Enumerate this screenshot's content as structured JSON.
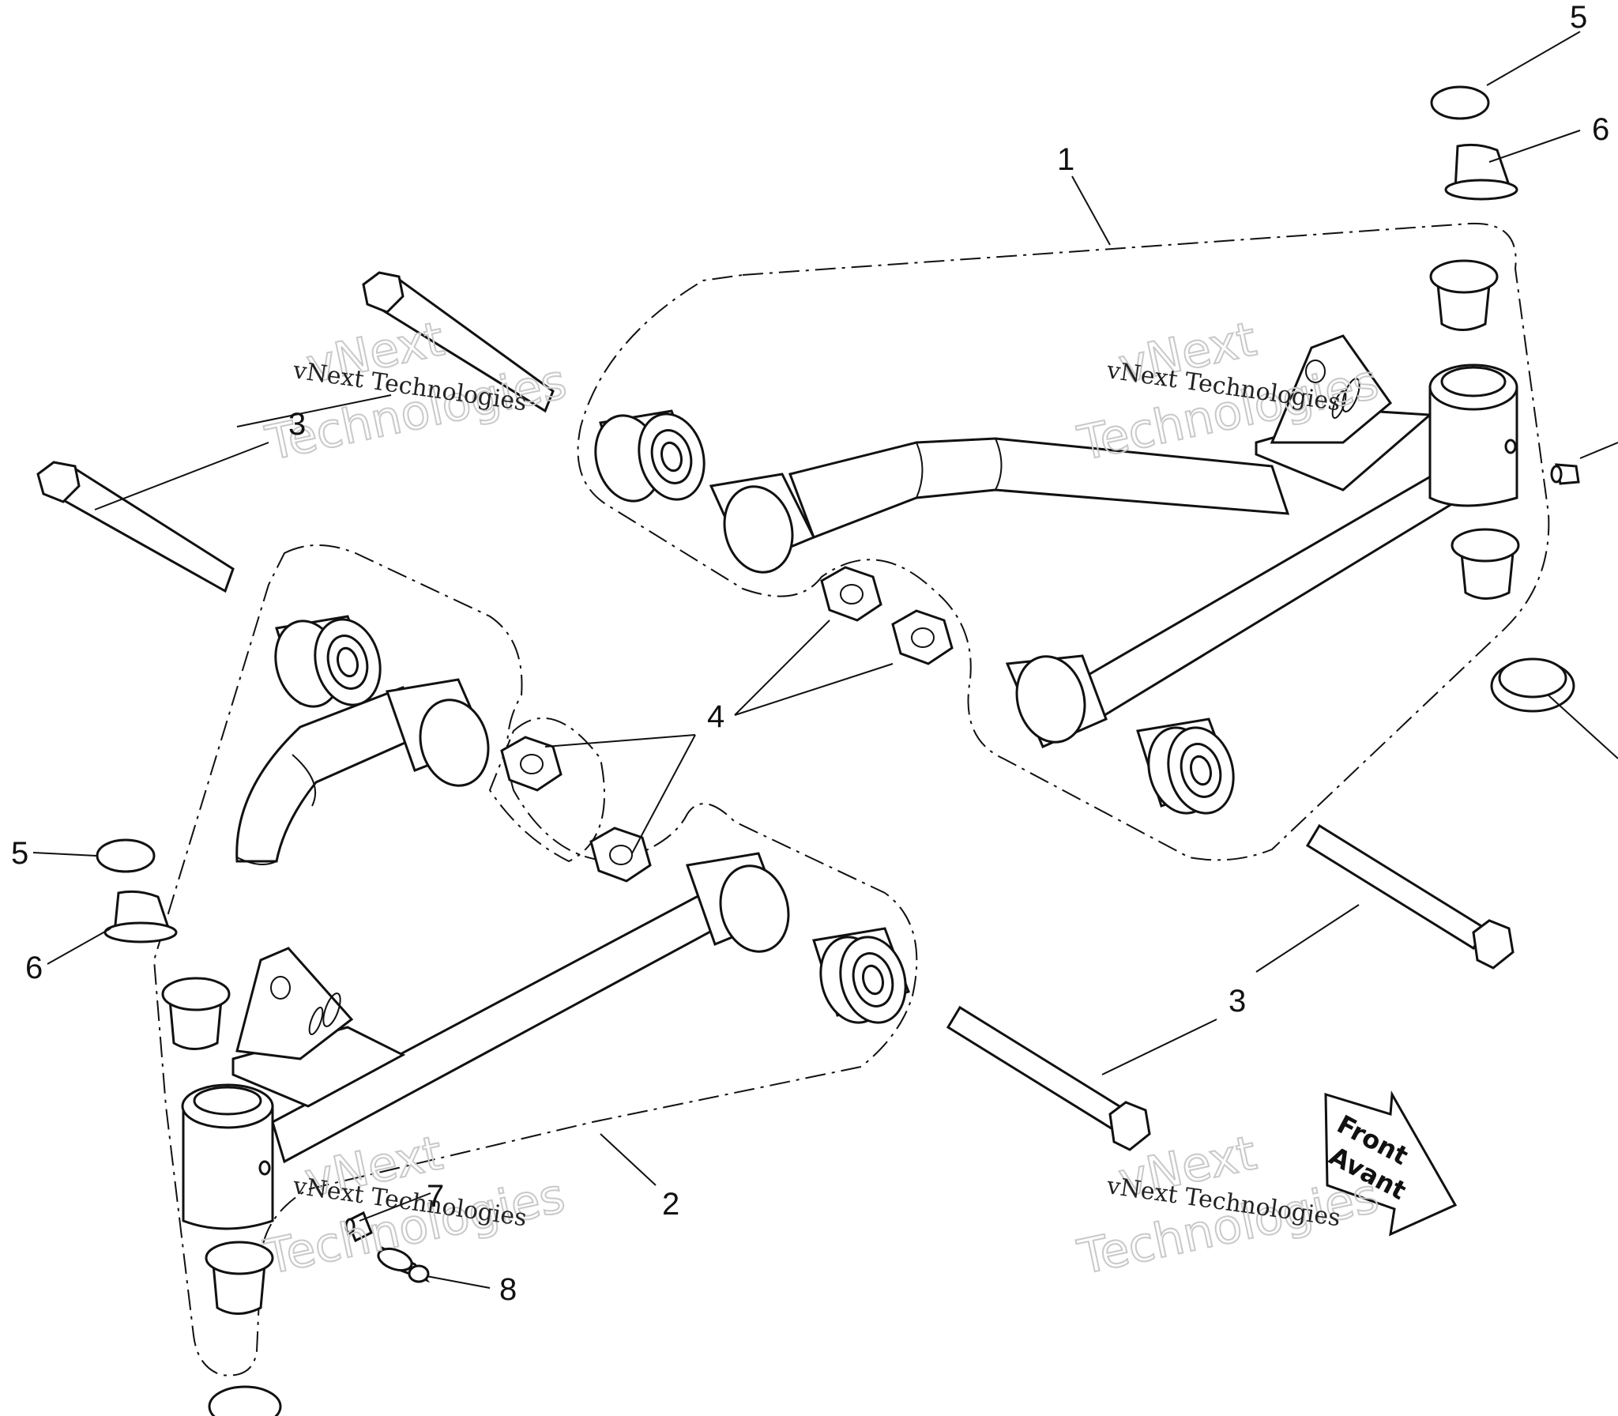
{
  "callouts": {
    "c1": "1",
    "c2": "2",
    "c3a": "3",
    "c3b": "3",
    "c4": "4",
    "c5a": "5",
    "c5b": "5",
    "c6a": "6",
    "c6b": "6",
    "c7": "7",
    "c8": "8"
  },
  "front_arrow": {
    "line1": "Front",
    "line2": "Avant"
  },
  "watermark": {
    "brand": "vNext",
    "brand2": "Technologies",
    "line": "vNext Technologies"
  }
}
